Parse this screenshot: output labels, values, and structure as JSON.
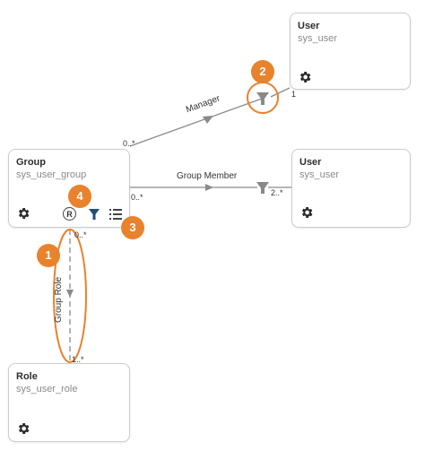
{
  "nodes": {
    "user_manager": {
      "name": "User",
      "table": "sys_user"
    },
    "user_member": {
      "name": "User",
      "table": "sys_user"
    },
    "group": {
      "name": "Group",
      "table": "sys_user_group"
    },
    "role": {
      "name": "Role",
      "table": "sys_user_role"
    }
  },
  "edges": {
    "manager": {
      "label": "Manager",
      "source_mult": "0..*",
      "target_mult": "1"
    },
    "group_member": {
      "label": "Group Member",
      "source_mult": "0..*",
      "target_mult": "2..*"
    },
    "group_role": {
      "label": "Group Role",
      "source_mult": "0..*",
      "target_mult": "1..*"
    }
  },
  "group_controls": {
    "r_label": "R"
  },
  "callouts": {
    "c1": "1",
    "c2": "2",
    "c3": "3",
    "c4": "4"
  },
  "colors": {
    "accent": "#e8822c",
    "line": "#8a8a8a",
    "border": "#c9cdd1"
  }
}
